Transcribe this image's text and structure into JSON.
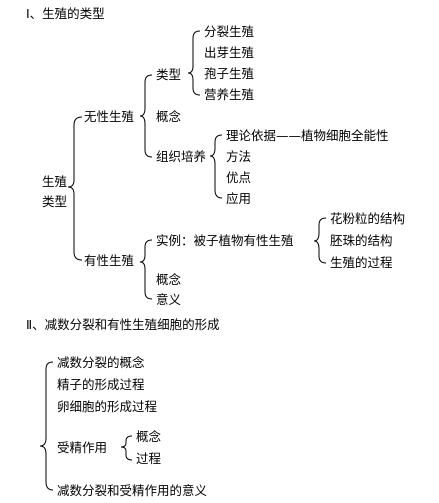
{
  "section1": {
    "heading": "Ⅰ、生殖的类型",
    "root": "生殖\n类型",
    "asexual": {
      "label": "无性生殖",
      "types": {
        "label": "类型",
        "items": [
          "分裂生殖",
          "出芽生殖",
          "孢子生殖",
          "营养生殖"
        ]
      },
      "concept": "概念",
      "tissue_culture": {
        "label": "组织培养",
        "items": [
          "理论依据——植物细胞全能性",
          "方法",
          "优点",
          "应用"
        ]
      }
    },
    "sexual": {
      "label": "有性生殖",
      "example": {
        "label": "实例：被子植物有性生殖",
        "items": [
          "花粉粒的结构",
          "胚珠的结构",
          "生殖的过程"
        ]
      },
      "concept": "概念",
      "meaning": "意义"
    }
  },
  "section2": {
    "heading": "Ⅱ、减数分裂和有性生殖细胞的形成",
    "items": [
      "减数分裂的概念",
      "精子的形成过程",
      "卵细胞的形成过程"
    ],
    "fertilization": {
      "label": "受精作用",
      "items": [
        "概念",
        "过程"
      ]
    },
    "last": "减数分裂和受精作用的意义"
  }
}
